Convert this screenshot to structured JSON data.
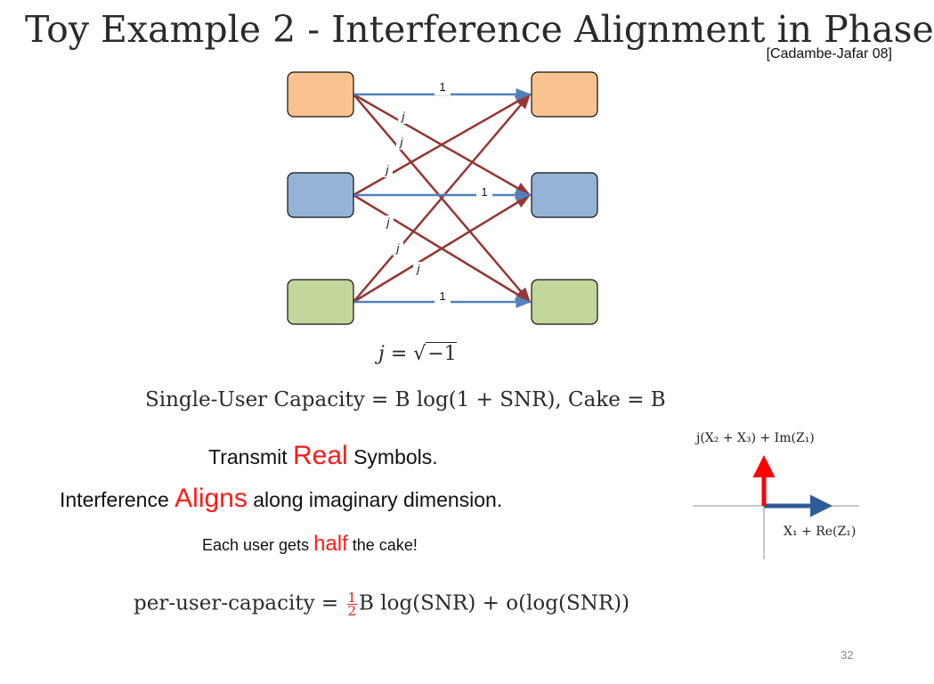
{
  "slide": {
    "title": "Toy Example 2 - Interference Alignment in Phase",
    "citation": "[Cadambe-Jafar 08]",
    "page_number": "32"
  },
  "network": {
    "transmitters": [
      {
        "color": "#f8c291"
      },
      {
        "color": "#95b3d7"
      },
      {
        "color": "#c3d69b"
      }
    ],
    "receivers": [
      {
        "color": "#f8c291"
      },
      {
        "color": "#95b3d7"
      },
      {
        "color": "#c3d69b"
      }
    ],
    "direct_link_color": "#4f81bd",
    "cross_link_color": "#943634",
    "direct_gains": [
      "1",
      "1",
      "1"
    ],
    "cross_gains": [
      "j",
      "j",
      "j",
      "j",
      "j",
      "j"
    ],
    "direct_links": [
      [
        0,
        0
      ],
      [
        1,
        1
      ],
      [
        2,
        2
      ]
    ],
    "cross_links": [
      [
        0,
        1
      ],
      [
        0,
        2
      ],
      [
        1,
        0
      ],
      [
        1,
        2
      ],
      [
        2,
        0
      ],
      [
        2,
        1
      ]
    ],
    "j_definition": {
      "lhs": "j",
      "eq": "=",
      "radicand": "−1"
    }
  },
  "formulas": {
    "capacity": "Single-User Capacity = B log(1 + SNR), Cake = B",
    "per_user_lhs": "per-user-capacity = ",
    "per_user_fraction_num": "1",
    "per_user_fraction_den": "2",
    "per_user_rhs": "B log(SNR) + o(log(SNR))"
  },
  "bullets": {
    "transmit_pre": "Transmit ",
    "transmit_hl": "Real",
    "transmit_post": " Symbols.",
    "align_pre": "Interference ",
    "align_hl": "Aligns",
    "align_post": " along imaginary dimension.",
    "half_pre": "Each user gets ",
    "half_hl": "half",
    "half_post": " the cake!"
  },
  "phase_plot": {
    "imag_label": "j(X₂ + X₃) + Im(Z₁)",
    "real_label": "X₁ + Re(Z₁)",
    "imag_arrow_color": "#ff0000",
    "real_arrow_color": "#2e5c9a"
  }
}
